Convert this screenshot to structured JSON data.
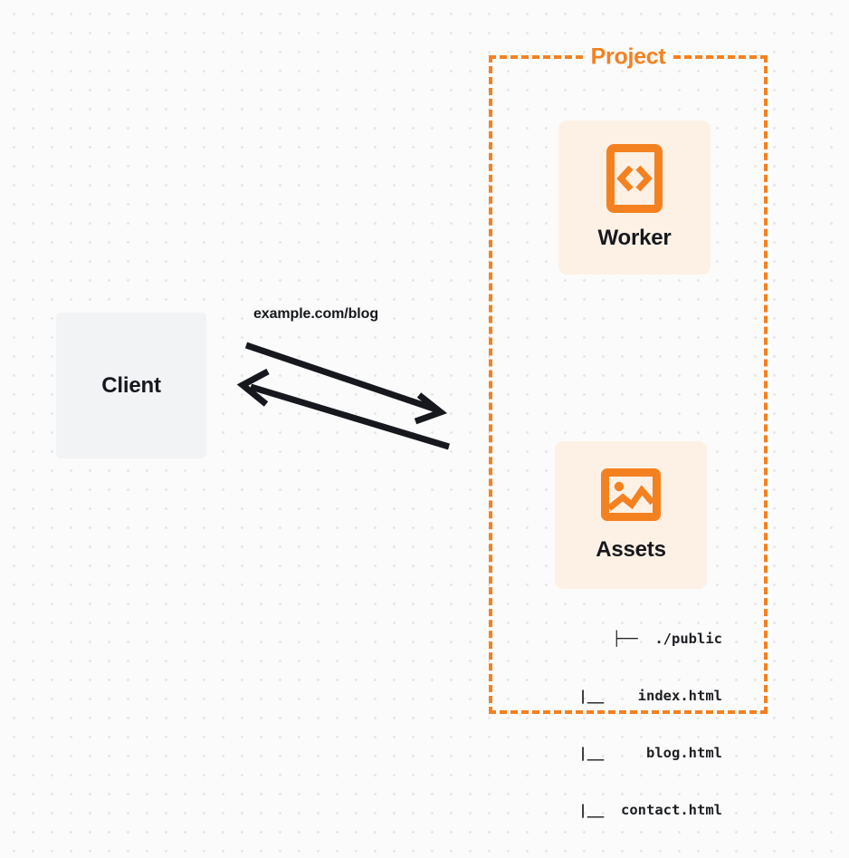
{
  "diagram": {
    "background": {
      "color": "#fbfbfb",
      "dot_color": "#e6e6e7",
      "pattern": "dot-grid"
    },
    "colors": {
      "accent": "#f48120",
      "card_bg": "#fdf1e5",
      "client_bg": "#f2f3f5",
      "text": "#16181d"
    },
    "client": {
      "label": "Client",
      "icon": "none"
    },
    "project": {
      "title": "Project",
      "border_style": "dashed",
      "nodes": [
        {
          "label": "Worker",
          "icon": "code-brackets-icon"
        },
        {
          "label": "Assets",
          "icon": "image-icon"
        }
      ],
      "file_tree": [
        "├──  ./public",
        "|__    index.html",
        "|__     blog.html",
        "|__  contact.html"
      ]
    },
    "edges": [
      {
        "label": "example.com/blog",
        "from": "Client",
        "to": "Project",
        "direction": "bidirectional"
      }
    ]
  }
}
